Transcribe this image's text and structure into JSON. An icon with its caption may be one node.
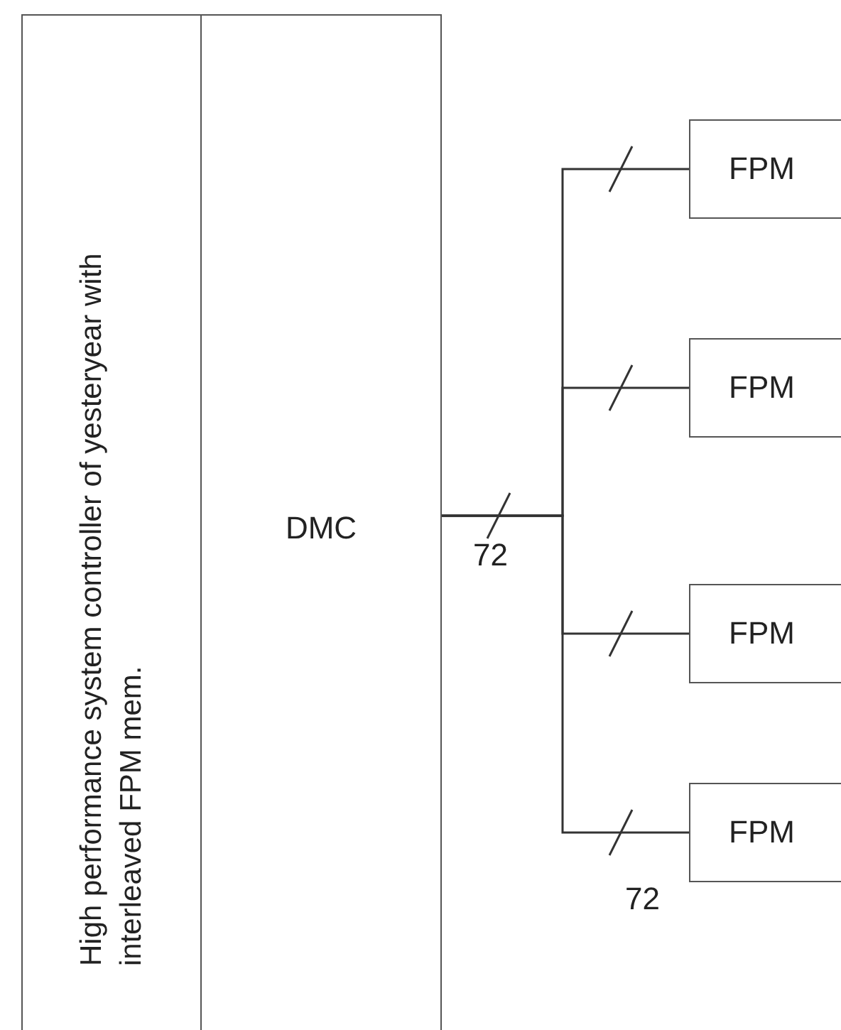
{
  "diagram": {
    "nodes": [
      {
        "text": [
          "High performance system controller of yesteryear with interleaved FPM mem."
        ]
      },
      {
        "text": [
          "DMC"
        ]
      },
      {
        "text": [
          "FPM"
        ]
      },
      {
        "text": [
          "FPM"
        ]
      },
      {
        "text": [
          "FPM"
        ]
      },
      {
        "text": [
          "FPM"
        ]
      }
    ],
    "edges": [
      {
        "from": 1,
        "to": 2,
        "arrow": "none"
      },
      {
        "from": 1,
        "to": 3,
        "arrow": "none"
      },
      {
        "from": 1,
        "to": 4,
        "arrow": "none"
      },
      {
        "from": 1,
        "to": 5,
        "arrow": "none"
      }
    ],
    "labels": [
      "72",
      "72"
    ]
  }
}
